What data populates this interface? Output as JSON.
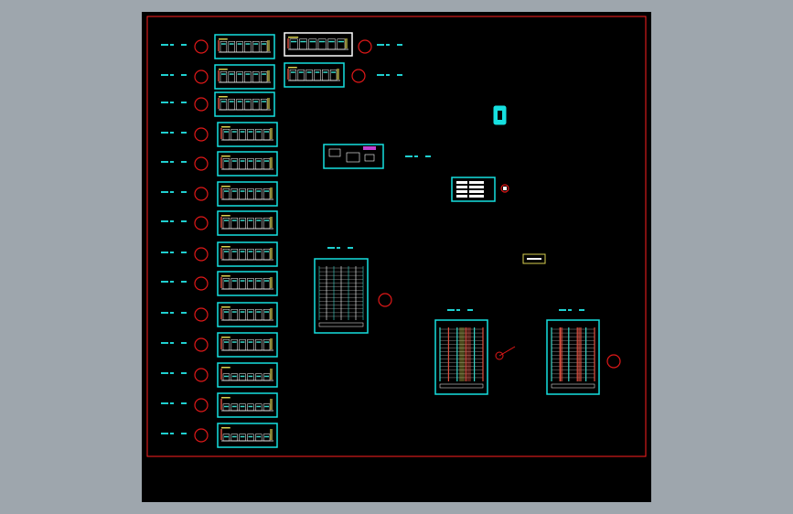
{
  "colors": {
    "background": "#9ea6ad",
    "canvas": "#000000",
    "frame": "#ff2020",
    "sheet": "#16e0e0",
    "marker": "#e01818",
    "selected_sheet": "#ffffff",
    "label": "#1fd0d0",
    "detail_cyan": "#38d6c8",
    "detail_yellow": "#d8d050",
    "detail_red": "#e05040",
    "detail_white": "#ffffff"
  },
  "drawing": {
    "title": "",
    "left_column_count": 14,
    "second_column_count": 2,
    "tall_sheet_count": 3
  }
}
